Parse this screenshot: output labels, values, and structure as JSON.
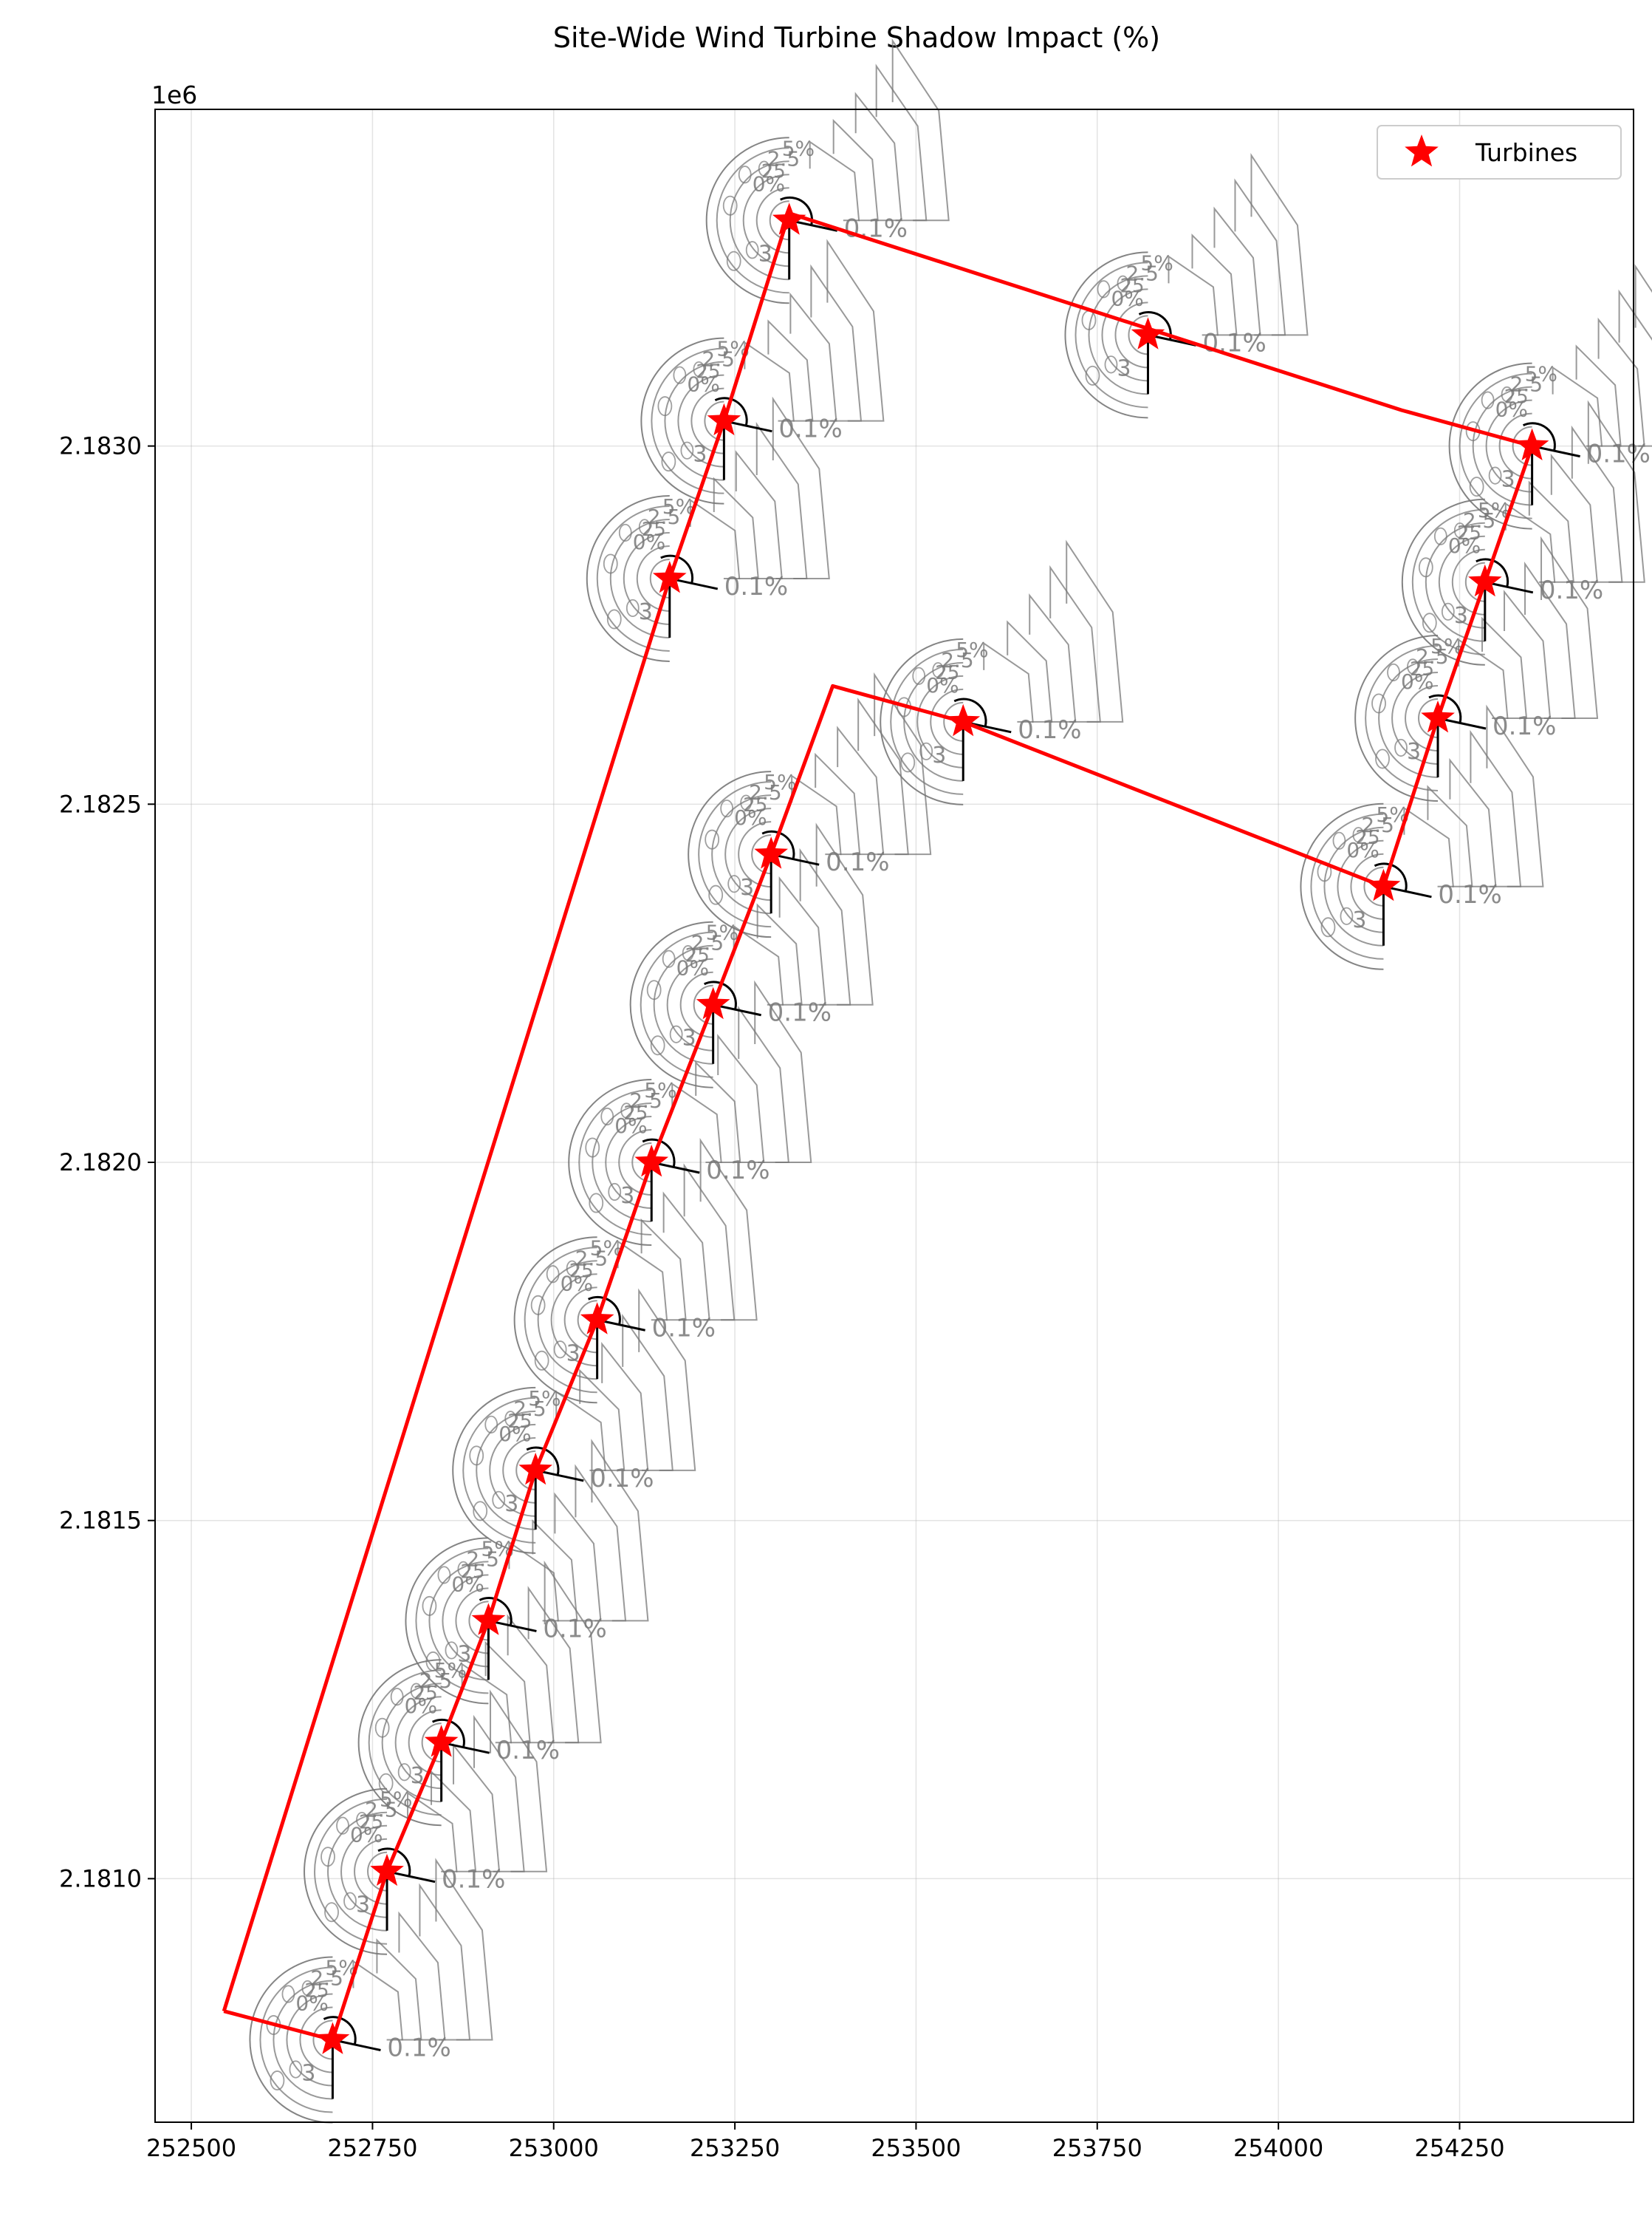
{
  "chart_data": {
    "type": "scatter",
    "title": "Site-Wide Wind Turbine Shadow Impact (%)",
    "xlabel": "",
    "ylabel": "",
    "y_offset_label": "1e6",
    "xlim": [
      252450,
      254490
    ],
    "ylim": [
      2180660,
      2183470
    ],
    "x_ticks": [
      252500,
      252750,
      253000,
      253250,
      253500,
      253750,
      254000,
      254250
    ],
    "x_tick_labels": [
      "252500",
      "252750",
      "253000",
      "253250",
      "253500",
      "253750",
      "254000",
      "254250"
    ],
    "y_ticks": [
      2181000,
      2181500,
      2182000,
      2182500,
      2183000
    ],
    "y_tick_labels": [
      "2.1810",
      "2.1815",
      "2.1820",
      "2.1825",
      "2.1830"
    ],
    "grid": true,
    "legend_position": "top-right",
    "series": [
      {
        "name": "Turbines",
        "marker": "star",
        "color": "#ff0000",
        "points": [
          [
            252695,
            2180775
          ],
          [
            252770,
            2181010
          ],
          [
            252845,
            2181190
          ],
          [
            252910,
            2181360
          ],
          [
            252975,
            2181570
          ],
          [
            253060,
            2181780
          ],
          [
            253135,
            2182000
          ],
          [
            253220,
            2182220
          ],
          [
            253300,
            2182430
          ],
          [
            253160,
            2182815
          ],
          [
            253235,
            2183035
          ],
          [
            253325,
            2183315
          ],
          [
            253565,
            2182615
          ],
          [
            253820,
            2183155
          ],
          [
            254145,
            2182385
          ],
          [
            254220,
            2182620
          ],
          [
            254285,
            2182810
          ],
          [
            254350,
            2183000
          ]
        ]
      }
    ],
    "boundary": {
      "color": "#ff0000",
      "points": [
        [
          252545,
          2180815
        ],
        [
          252695,
          2180775
        ],
        [
          252770,
          2181010
        ],
        [
          252845,
          2181190
        ],
        [
          252910,
          2181360
        ],
        [
          252975,
          2181570
        ],
        [
          253060,
          2181780
        ],
        [
          253135,
          2182000
        ],
        [
          253220,
          2182220
        ],
        [
          253300,
          2182430
        ],
        [
          253385,
          2182665
        ],
        [
          253565,
          2182615
        ],
        [
          254145,
          2182385
        ],
        [
          254220,
          2182620
        ],
        [
          254285,
          2182810
        ],
        [
          254350,
          2183000
        ],
        [
          254170,
          2183050
        ],
        [
          253325,
          2183325
        ],
        [
          253235,
          2183035
        ],
        [
          253160,
          2182815
        ],
        [
          252545,
          2180815
        ]
      ]
    },
    "contour_labels": [
      "0.1%",
      "3",
      "2.5",
      "5%",
      "0%",
      "25"
    ],
    "contour_color": "#777777"
  }
}
